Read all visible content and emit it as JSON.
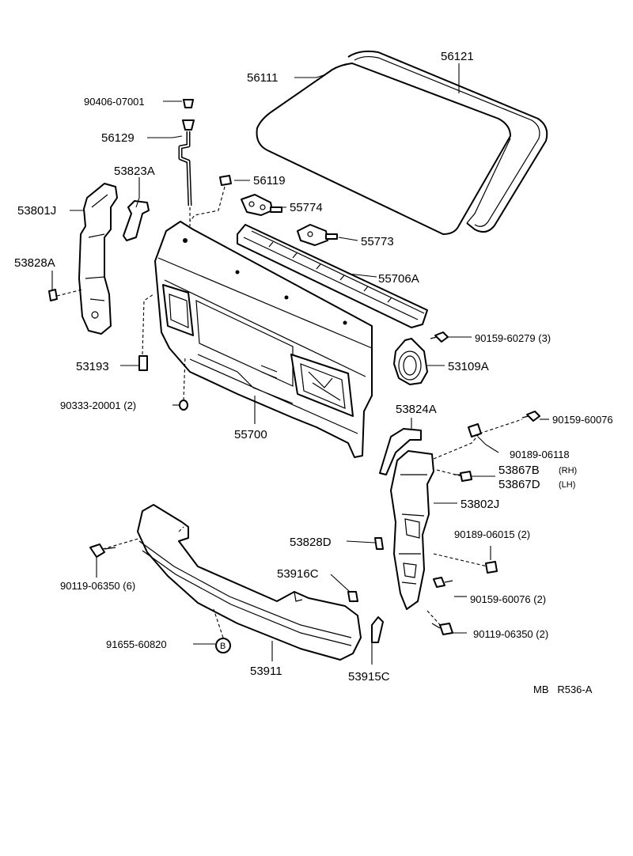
{
  "labels": {
    "p56121": "56121",
    "p56111": "56111",
    "p90406": "90406-07001",
    "p56129": "56129",
    "p53823A": "53823A",
    "p56119": "56119",
    "p53801J": "53801J",
    "p55774": "55774",
    "p55773": "55773",
    "p53828A": "53828A",
    "p55706A": "55706A",
    "p90159_60279": "90159-60279 (3)",
    "p53109A": "53109A",
    "p53193": "53193",
    "p90333": "90333-20001 (2)",
    "p55700": "55700",
    "p53824A": "53824A",
    "p90159_60076": "90159-60076",
    "p90189_06118": "90189-06118",
    "p53867B": "53867B",
    "p53867B_side": "(RH)",
    "p53867D": "53867D",
    "p53867D_side": "(LH)",
    "p53802J": "53802J",
    "p90189_06015": "90189-06015 (2)",
    "p53828D": "53828D",
    "p53916C": "53916C",
    "p90159_60076_2": "90159-60076 (2)",
    "p90119_06350_6": "90119-06350 (6)",
    "p90119_06350_2": "90119-06350 (2)",
    "p91655": "91655-60820",
    "p91655_mark": "B",
    "p53911": "53911",
    "p53915C": "53915C",
    "ref_code": "MB   R536-A"
  }
}
